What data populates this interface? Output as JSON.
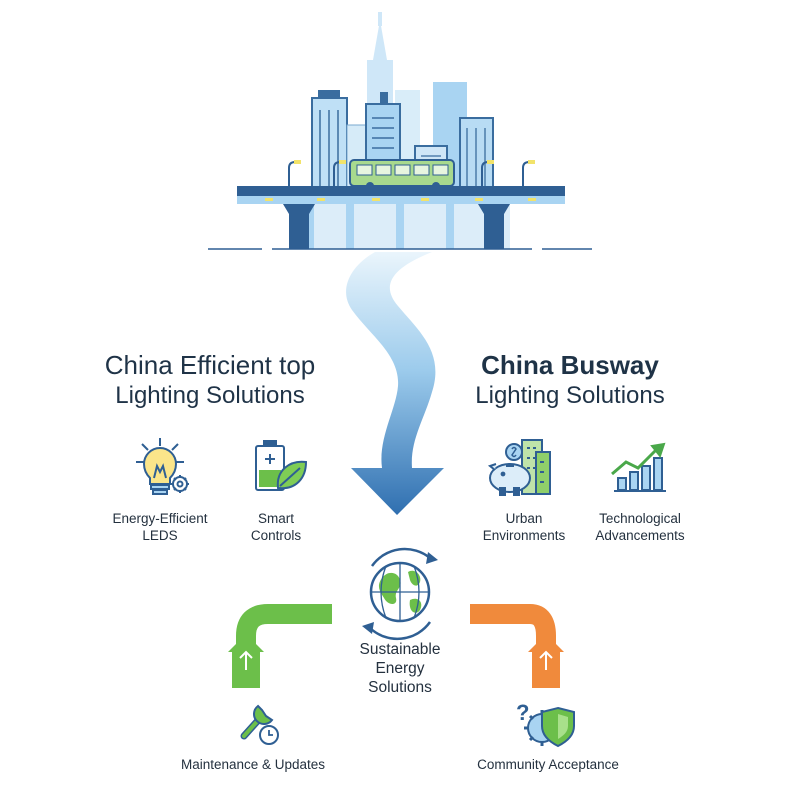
{
  "titles": {
    "left": {
      "line1": "China Efficient top",
      "line2": "Lighting Solutions"
    },
    "right": {
      "line1": "China Busway",
      "line2": "Lighting Solutions"
    }
  },
  "features": [
    {
      "line1": "Energy-Efficient",
      "line2": "LEDS",
      "icon": "lightbulb-gear-icon"
    },
    {
      "line1": "Smart",
      "line2": "Controls",
      "icon": "battery-leaf-icon"
    },
    {
      "line1": "Urban",
      "line2": "Environments",
      "icon": "piggy-bank-buildings-icon"
    },
    {
      "line1": "Technological",
      "line2": "Advancements",
      "icon": "growth-chart-icon"
    }
  ],
  "center": {
    "line1": "Sustainable",
    "line2": "Energy",
    "line3": "Solutions",
    "icon": "globe-cycle-icon"
  },
  "bottom": {
    "left": {
      "label": "Maintenance & Updates",
      "icon": "wrench-clock-icon"
    },
    "right": {
      "label": "Community Acceptance",
      "icon": "question-shield-gear-icon"
    }
  },
  "colors": {
    "navy": "#2f5f93",
    "light_blue": "#a9d4f2",
    "green": "#6cbf4a",
    "orange": "#f08a3c"
  }
}
